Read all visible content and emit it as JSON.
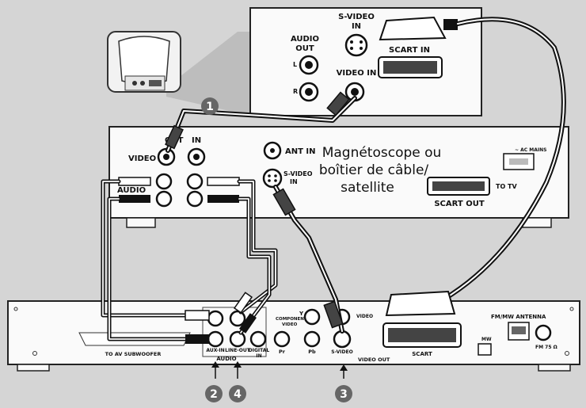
{
  "tv_panel": {
    "audio_out": [
      "AUDIO",
      "OUT"
    ],
    "left": "L",
    "right": "R",
    "svideo_in": [
      "S-VIDEO",
      "IN"
    ],
    "video_in": "VIDEO IN",
    "scart_in": "SCART IN"
  },
  "vcr": {
    "out": "OUT",
    "in": "IN",
    "video": "VIDEO",
    "audio": "AUDIO",
    "ant_in": "ANT IN",
    "svideo_in": [
      "S-VIDEO",
      "IN"
    ],
    "caption": [
      "Magnétoscope ou",
      "boîtier de câble/",
      "satellite"
    ],
    "ac_mains": "~ AC MAINS",
    "to_tv": "TO TV",
    "scart_out": "SCART OUT"
  },
  "receiver": {
    "to_av_subwoofer": "TO AV SUBWOOFER",
    "aux_in": "AUX-IN",
    "line_out": "LINE-OUT",
    "digital_in": [
      "DIGITAL",
      "IN"
    ],
    "audio": "AUDIO",
    "component_video": [
      "COMPONENT",
      "VIDEO"
    ],
    "y": "Y",
    "pr": "Pr",
    "pb": "Pb",
    "svideo": "S-VIDEO",
    "video": "VIDEO",
    "video_out": "VIDEO OUT",
    "scart": "SCART",
    "fm_mw_antenna": "FM/MW ANTENNA",
    "mw": "MW",
    "fm": "FM 75 Ω"
  },
  "steps": {
    "step1": "1",
    "step2": "2",
    "step3": "3",
    "step4": "4"
  }
}
